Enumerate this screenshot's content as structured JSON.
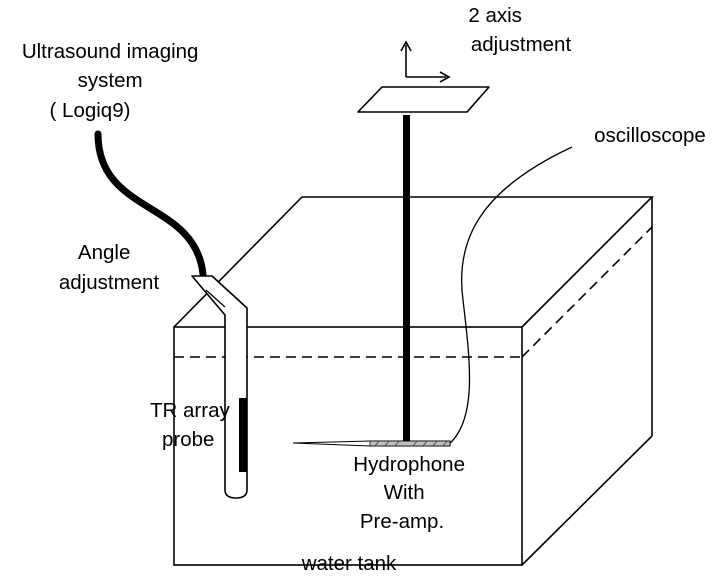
{
  "labels": {
    "imaging_system": [
      "Ultrasound imaging",
      "system",
      "( Logiq9)"
    ],
    "two_axis": [
      "2 axis",
      "adjustment"
    ],
    "oscilloscope": "oscilloscope",
    "angle": [
      "Angle",
      "adjustment"
    ],
    "probe": [
      "TR array",
      "probe"
    ],
    "hydrophone": [
      "Hydrophone",
      "With",
      "Pre-amp."
    ],
    "tank": "water tank"
  }
}
